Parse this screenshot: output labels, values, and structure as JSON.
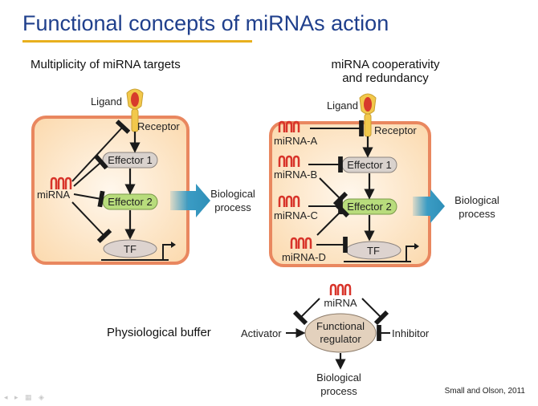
{
  "title": "Functional concepts of miRNAs action",
  "panel_left": {
    "heading": "Multiplicity of miRNA targets",
    "ligand": "Ligand",
    "receptor": "Receptor",
    "mirna": "miRNA",
    "effector1": "Effector 1",
    "effector2": "Effector 2",
    "tf": "TF",
    "output": [
      "Biological",
      "process"
    ]
  },
  "panel_right": {
    "heading": [
      "miRNA cooperativity",
      "and redundancy"
    ],
    "ligand": "Ligand",
    "receptor": "Receptor",
    "mirnas": [
      "miRNA-A",
      "miRNA-B",
      "miRNA-C",
      "miRNA-D"
    ],
    "effector1": "Effector 1",
    "effector2": "Effector 2",
    "tf": "TF",
    "output": [
      "Biological",
      "process"
    ]
  },
  "panel_bottom": {
    "heading": "Physiological buffer",
    "mirna": "miRNA",
    "activator": "Activator",
    "inhibitor": "Inhibitor",
    "regulator": [
      "Functional",
      "regulator"
    ],
    "output": [
      "Biological",
      "process"
    ]
  },
  "credit": "Small and Olson, 2011",
  "colors": {
    "title": "#1f3f8c",
    "title_underline": "#e8b01e",
    "cell_fill": "#fde6c4",
    "cell_border": "#e9875f",
    "effector1": "#d9d2cd",
    "effector2": "#b8dc7c",
    "tf": "#ddd3cf",
    "regulator": "#e3d1bd",
    "mirna_hairpin": "#d8342a",
    "arrow": "#3b9cc4",
    "ligand": "#d73a2c",
    "receptor": "#f2c84b"
  }
}
